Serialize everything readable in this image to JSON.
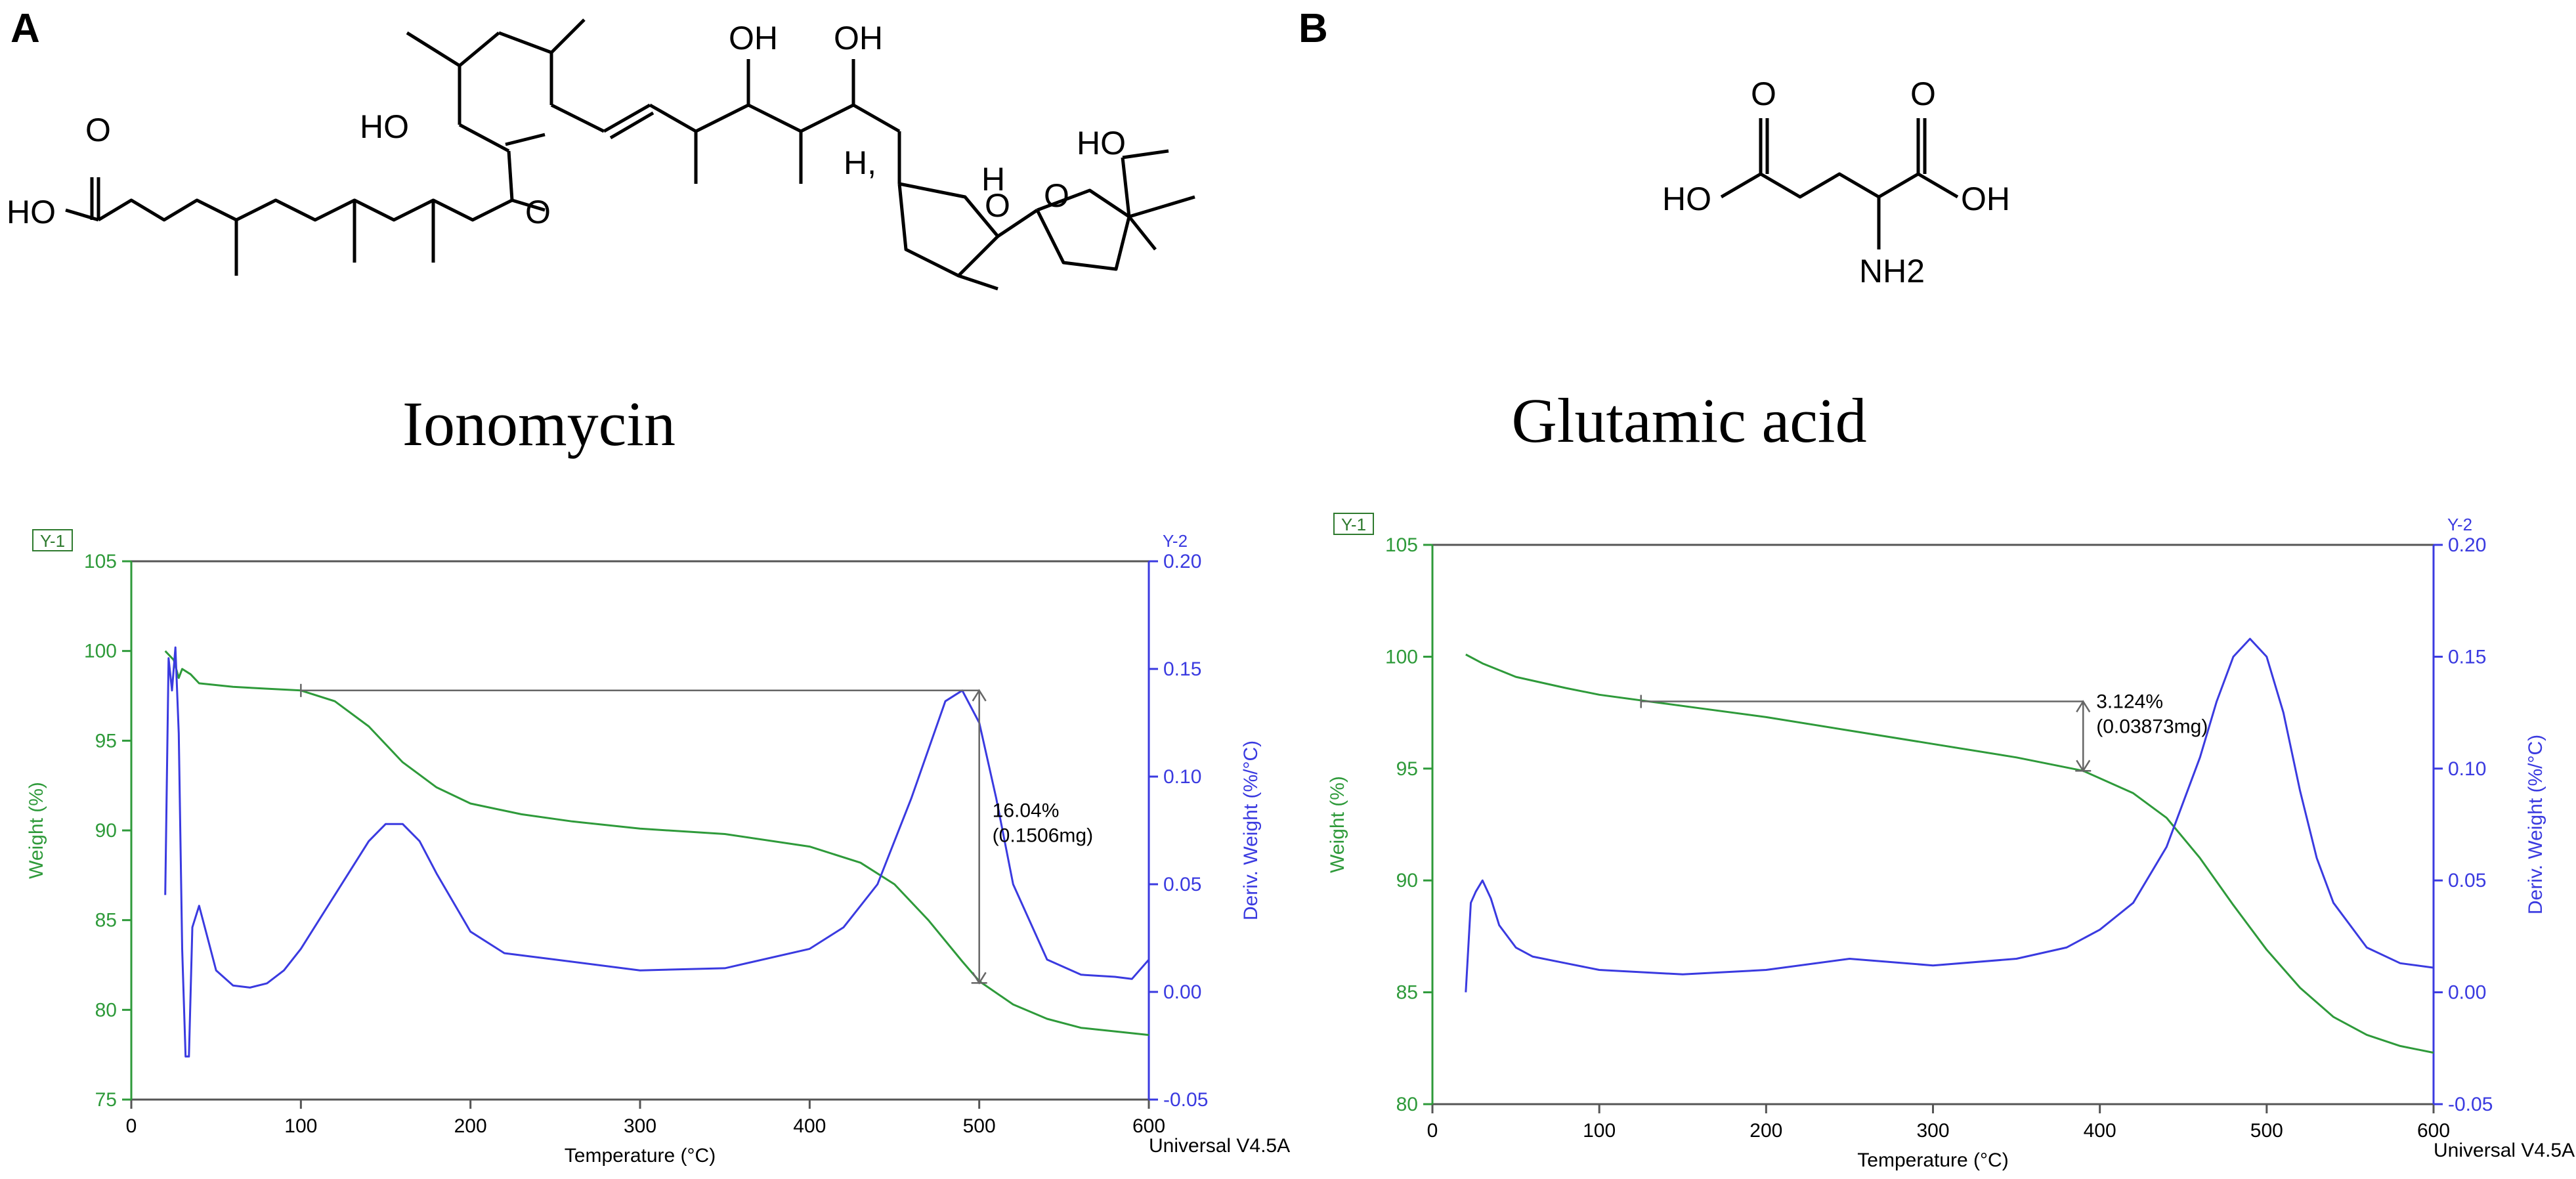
{
  "panels": [
    {
      "letter": "A",
      "compound": "Ionomycin",
      "molecule_labels": [
        "HO",
        "O",
        "HO",
        "O",
        "OH",
        "OH",
        "H,",
        "O",
        "H",
        "O",
        "HO"
      ],
      "chart_data": {
        "type": "line",
        "title": "",
        "xlabel": "Temperature (°C)",
        "ylabel": "Weight (%)",
        "y2label": "Deriv. Weight (%/°C)",
        "y1_tag": "Y-1",
        "y2_tag": "Y-2",
        "xlim": [
          0,
          600
        ],
        "ylim": [
          75,
          105
        ],
        "y2lim": [
          -0.05,
          0.2
        ],
        "xticks": [
          0,
          100,
          200,
          300,
          400,
          500,
          600
        ],
        "yticks": [
          75,
          80,
          85,
          90,
          95,
          100,
          105
        ],
        "y2ticks": [
          "-0.05",
          "0.00",
          "0.05",
          "0.10",
          "0.15",
          "0.20"
        ],
        "footer": "Universal V4.5A",
        "annotation": {
          "label": "16.04%",
          "sublabel": "(0.1506mg)",
          "x_start": 100,
          "x_end": 500,
          "y_top": 97.8,
          "y_bottom": 81.5
        },
        "series": [
          {
            "name": "",
            "axis": "y1",
            "color": "#2e9a3a",
            "x": [
              20,
              25,
              28,
              30,
              35,
              40,
              60,
              80,
              100,
              120,
              140,
              160,
              180,
              200,
              230,
              260,
              300,
              350,
              400,
              430,
              450,
              470,
              490,
              500,
              520,
              540,
              560,
              580,
              600
            ],
            "y": [
              100,
              99.5,
              98.5,
              99.0,
              98.7,
              98.2,
              98.0,
              97.9,
              97.8,
              97.2,
              95.8,
              93.8,
              92.4,
              91.5,
              90.9,
              90.5,
              90.1,
              89.8,
              89.1,
              88.2,
              87.0,
              85.0,
              82.7,
              81.6,
              80.3,
              79.5,
              79.0,
              78.8,
              78.6
            ]
          },
          {
            "name": "",
            "axis": "y2",
            "color": "#3a3ae0",
            "x": [
              20,
              22,
              24,
              26,
              28,
              30,
              32,
              34,
              36,
              40,
              45,
              50,
              60,
              70,
              80,
              90,
              100,
              120,
              140,
              150,
              160,
              170,
              180,
              200,
              220,
              250,
              300,
              350,
              400,
              420,
              440,
              460,
              480,
              490,
              500,
              510,
              520,
              540,
              560,
              580,
              590,
              600
            ],
            "y": [
              0.045,
              0.155,
              0.14,
              0.16,
              0.12,
              0.02,
              -0.03,
              -0.03,
              0.03,
              0.04,
              0.025,
              0.01,
              0.003,
              0.002,
              0.004,
              0.01,
              0.02,
              0.045,
              0.07,
              0.078,
              0.078,
              0.07,
              0.055,
              0.028,
              0.018,
              0.015,
              0.01,
              0.011,
              0.02,
              0.03,
              0.05,
              0.09,
              0.135,
              0.14,
              0.125,
              0.09,
              0.05,
              0.015,
              0.008,
              0.007,
              0.006,
              0.015
            ]
          }
        ]
      }
    },
    {
      "letter": "B",
      "compound": "Glutamic acid",
      "molecule_labels": [
        "O",
        "O",
        "HO",
        "OH",
        "NH2"
      ],
      "chart_data": {
        "type": "line",
        "title": "",
        "xlabel": "Temperature (°C)",
        "ylabel": "Weight (%)",
        "y2label": "Deriv. Weight (%/°C)",
        "y1_tag": "Y-1",
        "y2_tag": "Y-2",
        "xlim": [
          0,
          600
        ],
        "ylim": [
          80,
          105
        ],
        "y2lim": [
          -0.05,
          0.2
        ],
        "xticks": [
          0,
          100,
          200,
          300,
          400,
          500,
          600
        ],
        "yticks": [
          80,
          85,
          90,
          95,
          100,
          105
        ],
        "y2ticks": [
          "-0.05",
          "0.00",
          "0.05",
          "0.10",
          "0.15",
          "0.20"
        ],
        "footer": "Universal V4.5A",
        "annotation": {
          "label": "3.124%",
          "sublabel": "(0.03873mg)",
          "x_start": 125,
          "x_end": 390,
          "y_top": 98.0,
          "y_bottom": 94.9
        },
        "series": [
          {
            "name": "",
            "axis": "y1",
            "color": "#2e9a3a",
            "x": [
              20,
              30,
              50,
              80,
              100,
              130,
              160,
              200,
              250,
              300,
              350,
              390,
              420,
              440,
              460,
              480,
              500,
              520,
              540,
              560,
              580,
              600
            ],
            "y": [
              100.1,
              99.7,
              99.1,
              98.6,
              98.3,
              98.0,
              97.7,
              97.3,
              96.7,
              96.1,
              95.5,
              94.9,
              93.9,
              92.8,
              91.0,
              88.9,
              86.9,
              85.2,
              83.9,
              83.1,
              82.6,
              82.3
            ]
          },
          {
            "name": "",
            "axis": "y2",
            "color": "#3a3ae0",
            "x": [
              20,
              23,
              26,
              30,
              35,
              40,
              50,
              60,
              80,
              100,
              150,
              200,
              250,
              300,
              350,
              380,
              400,
              420,
              440,
              460,
              470,
              480,
              490,
              500,
              510,
              520,
              530,
              540,
              560,
              580,
              600
            ],
            "y": [
              0.0,
              0.04,
              0.045,
              0.05,
              0.042,
              0.03,
              0.02,
              0.016,
              0.013,
              0.01,
              0.008,
              0.01,
              0.015,
              0.012,
              0.015,
              0.02,
              0.028,
              0.04,
              0.065,
              0.105,
              0.13,
              0.15,
              0.158,
              0.15,
              0.125,
              0.09,
              0.06,
              0.04,
              0.02,
              0.013,
              0.011
            ]
          }
        ]
      }
    }
  ]
}
